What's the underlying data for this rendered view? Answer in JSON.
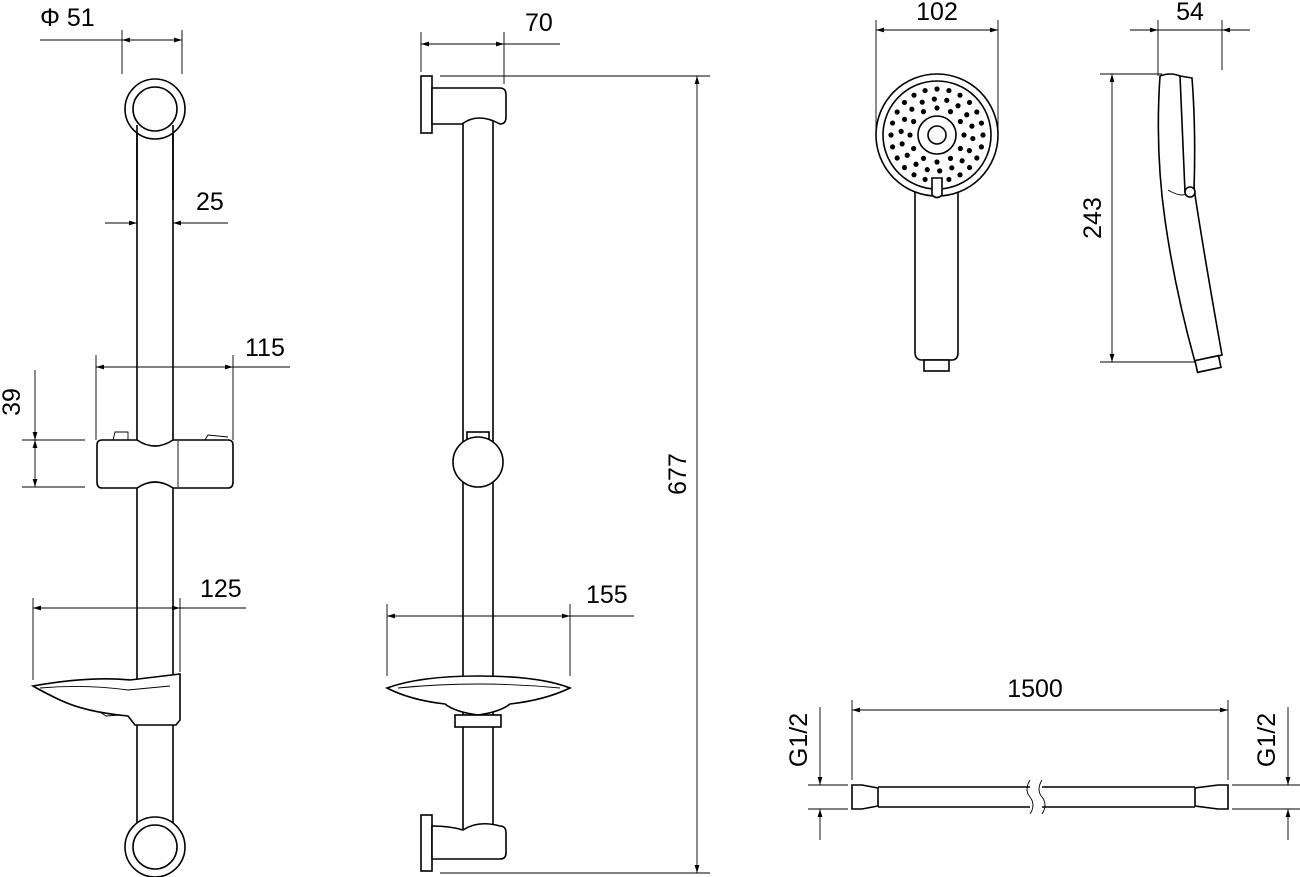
{
  "drawing": {
    "front_view": {
      "bracket_diameter": "Φ 51",
      "pipe_diameter": "25",
      "slider_width": "115",
      "slider_height": "39",
      "soap_dish_width": "125"
    },
    "side_view": {
      "wall_offset": "70",
      "soap_dish_depth": "155",
      "total_height": "677"
    },
    "hand_shower": {
      "head_diameter": "102",
      "depth": "54",
      "length": "243"
    },
    "hose": {
      "length": "1500",
      "thread_left": "G1/2",
      "thread_right": "G1/2"
    }
  }
}
